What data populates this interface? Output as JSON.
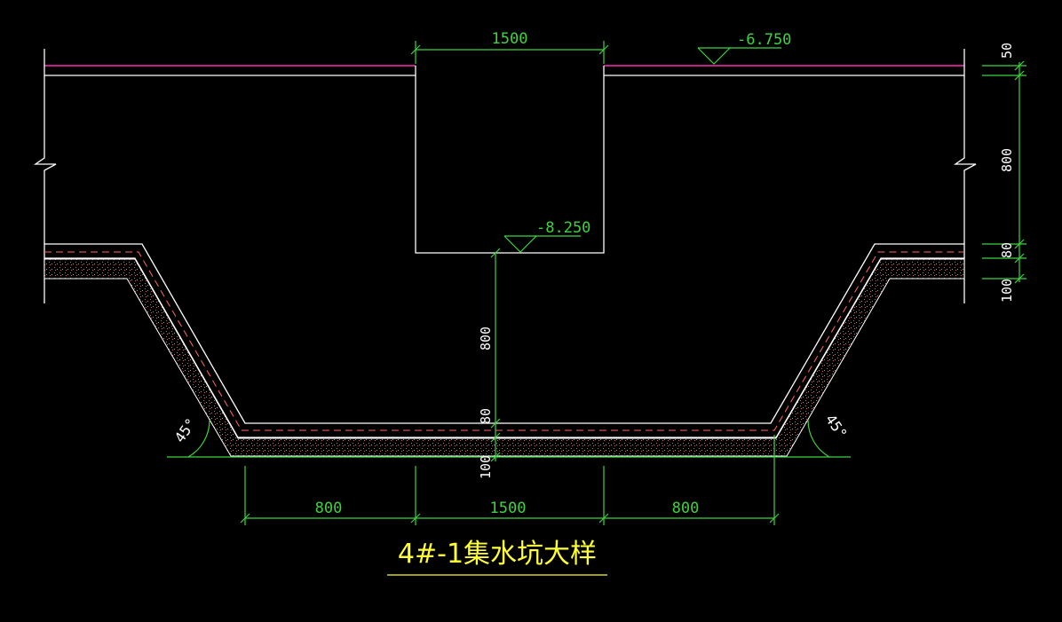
{
  "drawing": {
    "title": "4#-1集水坑大样",
    "elevation_top": "-6.750",
    "elevation_pit": "-8.250",
    "dim_top_opening": "1500",
    "dim_bottom_left": "800",
    "dim_bottom_center": "1500",
    "dim_bottom_right": "800",
    "dim_right_50": "50",
    "dim_right_800": "800",
    "dim_right_80": "80",
    "dim_right_100": "100",
    "dim_center_800": "800",
    "dim_center_80": "80",
    "dim_center_100": "100",
    "angle_left": "45°",
    "angle_right": "45°"
  },
  "colors": {
    "background": "#000000",
    "outline": "#ffffff",
    "dimension": "#3fd23f",
    "slab_top": "#c0208a",
    "dashed_layer": "#ff6666",
    "hatch": "#c86464",
    "title": "#ffff33"
  }
}
